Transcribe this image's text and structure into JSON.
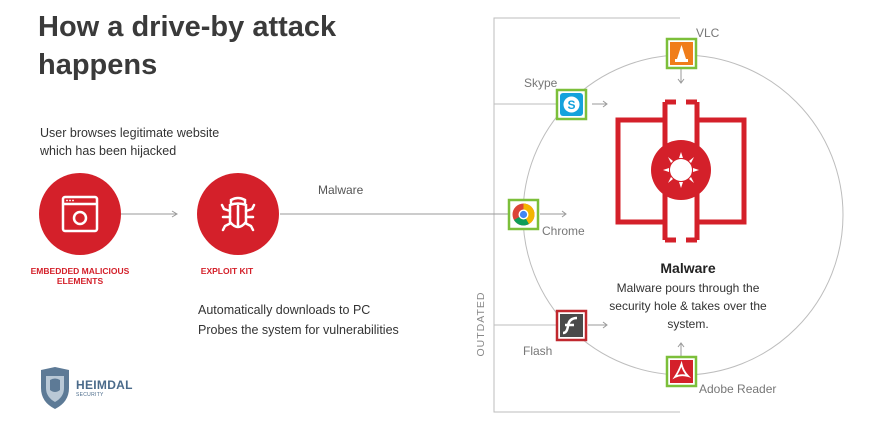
{
  "title": "How a drive-by attack happens",
  "step1_text_line1": "User browses legitimate website",
  "step1_text_line2": "which has been hijacked",
  "node1_label": "EMBEDDED MALICIOUS ELEMENTS",
  "node2_label": "EXPLOIT KIT",
  "flow_label": "Malware",
  "step2_text_line1": "Automatically downloads to PC",
  "step2_text_line2": "Probes the system for vulnerabilities",
  "outdated_label": "OUTDATED",
  "apps": {
    "vlc": "VLC",
    "skype": "Skype",
    "chrome": "Chrome",
    "flash": "Flash",
    "adobe_reader": "Adobe Reader"
  },
  "malware_title": "Malware",
  "malware_desc_line1": "Malware pours through the",
  "malware_desc_line2": "security hole & takes over the",
  "malware_desc_line3": "system.",
  "logo_text": "HEIMDAL",
  "logo_subtext": "SECURITY",
  "colors": {
    "accent_red": "#d4202a",
    "outdated_green": "#7cbf3a",
    "flash_border": "#c0282e",
    "vlc_orange": "#f07d1a",
    "skype_blue": "#14a2dc",
    "logo_blue": "#4a6a8a"
  }
}
